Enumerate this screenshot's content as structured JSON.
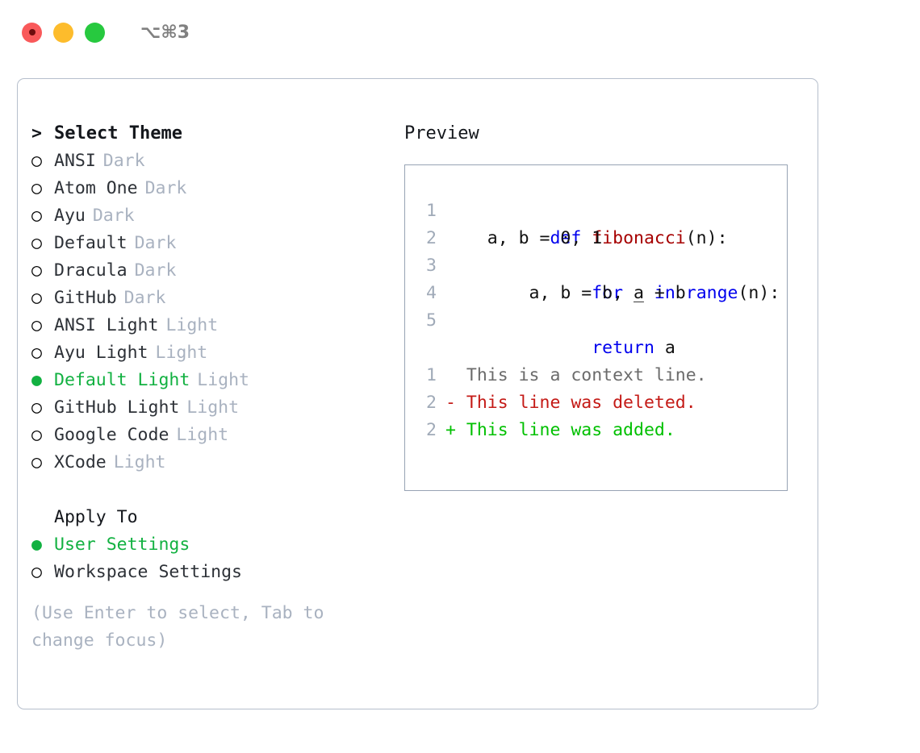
{
  "titlebar": {
    "buttons": [
      {
        "name": "close",
        "color": "#f9595a"
      },
      {
        "name": "minimize",
        "color": "#fdbc2c"
      },
      {
        "name": "maximize",
        "color": "#27c93f"
      }
    ],
    "shortcut": "⌥⌘3"
  },
  "theme_list": {
    "header_marker": ">",
    "header": "Select Theme",
    "items": [
      {
        "marker": "○",
        "name": "ANSI",
        "badge": "Dark",
        "selected": false
      },
      {
        "marker": "○",
        "name": "Atom One",
        "badge": "Dark",
        "selected": false
      },
      {
        "marker": "○",
        "name": "Ayu",
        "badge": "Dark",
        "selected": false
      },
      {
        "marker": "○",
        "name": "Default",
        "badge": "Dark",
        "selected": false
      },
      {
        "marker": "○",
        "name": "Dracula",
        "badge": "Dark",
        "selected": false
      },
      {
        "marker": "○",
        "name": "GitHub",
        "badge": "Dark",
        "selected": false
      },
      {
        "marker": "○",
        "name": "ANSI Light",
        "badge": "Light",
        "selected": false
      },
      {
        "marker": "○",
        "name": "Ayu Light",
        "badge": "Light",
        "selected": false
      },
      {
        "marker": "●",
        "name": "Default Light",
        "badge": "Light",
        "selected": true
      },
      {
        "marker": "○",
        "name": "GitHub Light",
        "badge": "Light",
        "selected": false
      },
      {
        "marker": "○",
        "name": "Google Code",
        "badge": "Light",
        "selected": false
      },
      {
        "marker": "○",
        "name": "XCode",
        "badge": "Light",
        "selected": false
      }
    ]
  },
  "apply_to": {
    "header": "Apply To",
    "items": [
      {
        "marker": "●",
        "label": "User Settings",
        "selected": true
      },
      {
        "marker": "○",
        "label": "Workspace Settings",
        "selected": false
      }
    ]
  },
  "hint": {
    "line1": "(Use Enter to select, Tab to",
    "line2": "change focus)"
  },
  "preview": {
    "title": "Preview",
    "code_lines": [
      {
        "lineno": "1",
        "tokens": [
          {
            "text": "def ",
            "style": "kw"
          },
          {
            "text": "fibonacci",
            "style": "fn"
          },
          {
            "text": "(n):",
            "style": "plain"
          }
        ]
      },
      {
        "lineno": "2",
        "tokens": [
          {
            "text": "    a, b = 0, 1",
            "style": "plain"
          }
        ]
      },
      {
        "lineno": "3",
        "tokens": [
          {
            "text": "    ",
            "style": "plain"
          },
          {
            "text": "for",
            "style": "kw"
          },
          {
            "text": " _ ",
            "style": "plain"
          },
          {
            "text": "in range",
            "style": "kw"
          },
          {
            "text": "(n):",
            "style": "plain"
          }
        ]
      },
      {
        "lineno": "4",
        "tokens": [
          {
            "text": "        a, b = b, a + b",
            "style": "plain"
          }
        ]
      },
      {
        "lineno": "5",
        "tokens": [
          {
            "text": "    ",
            "style": "plain"
          },
          {
            "text": "return",
            "style": "kw"
          },
          {
            "text": " a",
            "style": "plain"
          }
        ]
      }
    ],
    "diff_lines": [
      {
        "lineno": "1",
        "text": "  This is a context line.",
        "style": "diff-ctx"
      },
      {
        "lineno": "2",
        "text": "- This line was deleted.",
        "style": "diff-del"
      },
      {
        "lineno": "2",
        "text": "+ This line was added.",
        "style": "diff-add"
      }
    ]
  },
  "colors": {
    "selected_green": "#12b141",
    "badge_gray": "#a9b2c0",
    "keyword_blue": "#0000ee",
    "function_red": "#a60000",
    "diff_delete_red": "#c41a16",
    "diff_add_green": "#00c000",
    "border_gray": "#97a3b4",
    "panel_border": "#b6bfcc"
  }
}
